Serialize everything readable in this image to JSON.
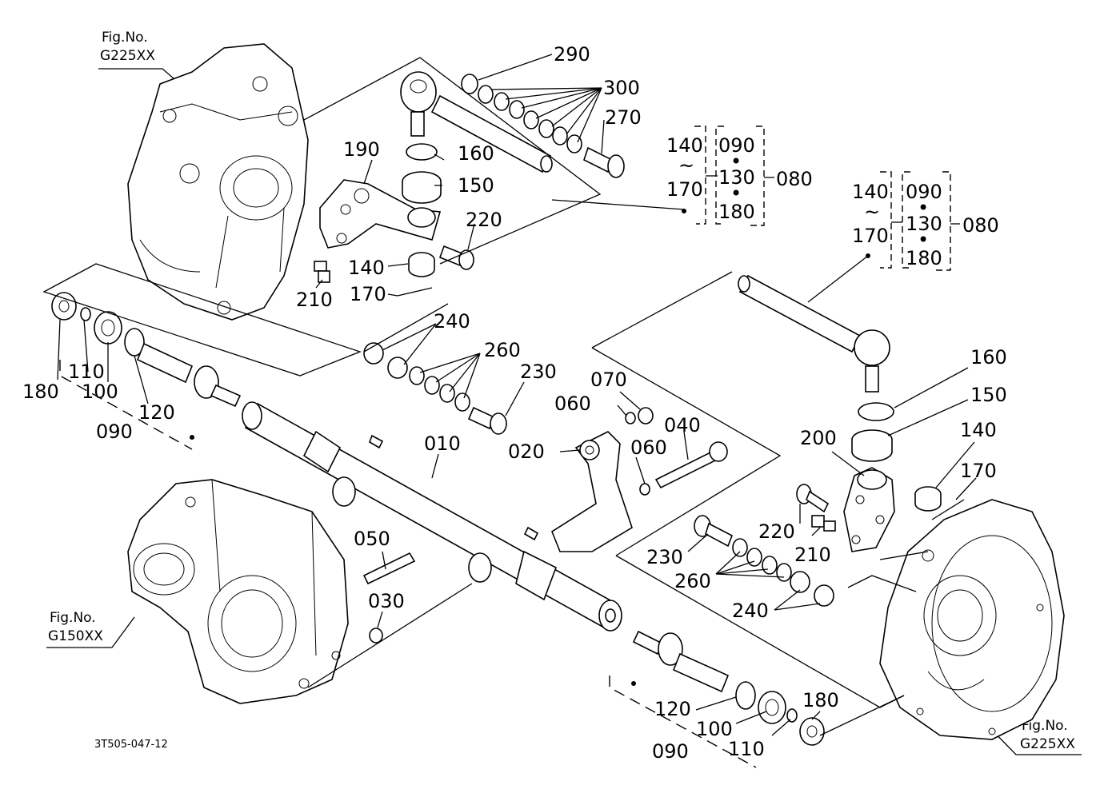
{
  "diagram": {
    "drawing_code": "3T505-047-12",
    "figure_refs": [
      {
        "id": "ref-top-left",
        "prefix": "Fig.No.",
        "code": "G225XX"
      },
      {
        "id": "ref-bottom-left",
        "prefix": "Fig.No.",
        "code": "G150XX"
      },
      {
        "id": "ref-bottom-right",
        "prefix": "Fig.No.",
        "code": "G225XX"
      }
    ],
    "callouts": {
      "c290": "290",
      "c300": "300",
      "c270": "270",
      "c190": "190",
      "c160a": "160",
      "c150a": "150",
      "c220a": "220",
      "c140a": "140",
      "c210a": "210",
      "c170a": "170",
      "c240a": "240",
      "c260a": "260",
      "c230a": "230",
      "c180a": "180",
      "c110a": "110",
      "c100a": "100",
      "c120a": "120",
      "c090a": "090",
      "c070": "070",
      "c060a": "060",
      "c020": "020",
      "c010": "010",
      "c040": "040",
      "c060b": "060",
      "c050": "050",
      "c030": "030",
      "c160b": "160",
      "c150b": "150",
      "c200": "200",
      "c140b": "140",
      "c170b": "170",
      "c220b": "220",
      "c210b": "210",
      "c230b": "230",
      "c260b": "260",
      "c240b": "240",
      "c120b": "120",
      "c100b": "100",
      "c110b": "110",
      "c180b": "180",
      "c090b": "090"
    },
    "brackets": [
      {
        "id": "bracket-a",
        "range_top": "140",
        "tilde": "~",
        "range_bottom": "170",
        "g1": "090",
        "dot1": "•",
        "g2": "130",
        "dot2": "•",
        "g3": "180",
        "assembly": "080"
      },
      {
        "id": "bracket-b",
        "range_top": "140",
        "tilde": "~",
        "range_bottom": "170",
        "g1": "090",
        "dot1": "•",
        "g2": "130",
        "dot2": "•",
        "g3": "180",
        "assembly": "080"
      }
    ]
  }
}
